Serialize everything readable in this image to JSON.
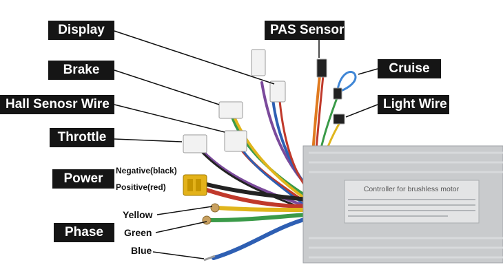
{
  "labels": {
    "display": "Display",
    "brake": "Brake",
    "hall": "Hall Senosr Wire",
    "throttle": "Throttle",
    "power": "Power",
    "phase": "Phase",
    "pas": "PAS Sensor",
    "cruise": "Cruise",
    "light": "Light Wire"
  },
  "power_notes": {
    "negative": "Negative(black)",
    "positive": "Positive(red)"
  },
  "phase_notes": {
    "yellow": "Yellow",
    "green": "Green",
    "blue": "Blue"
  },
  "controller": {
    "title": "Controller for brushless motor"
  },
  "colors": {
    "label_bg": "#151515",
    "casing": "#c9cbcd",
    "wire_red": "#c0392b",
    "wire_blue": "#2e5fb3",
    "wire_green": "#3a9a48",
    "wire_yellow": "#e0b51c",
    "wire_purple": "#7b4a9b",
    "wire_orange": "#e07a1f",
    "wire_black": "#222222"
  }
}
